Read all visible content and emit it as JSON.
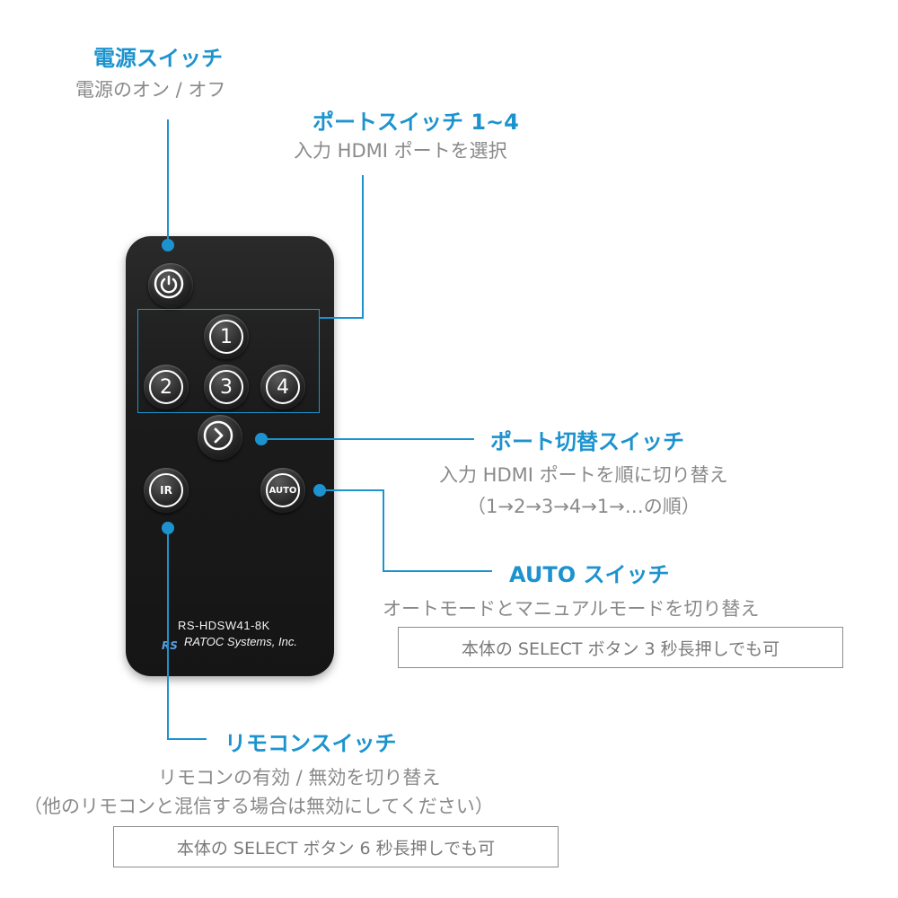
{
  "power": {
    "title": "電源スイッチ",
    "desc": "電源のオン / オフ"
  },
  "port": {
    "title": "ポートスイッチ 1~4",
    "desc": "入力 HDMI ポートを選択"
  },
  "cycle": {
    "title": "ポート切替スイッチ",
    "desc": "入力 HDMI ポートを順に切り替え",
    "desc2": "（1→2→3→4→1→…の順）"
  },
  "auto": {
    "title": "AUTO スイッチ",
    "desc": "オートモードとマニュアルモードを切り替え",
    "note": "本体の SELECT ボタン 3 秒長押しでも可"
  },
  "ir": {
    "title": "リモコンスイッチ",
    "desc": "リモコンの有効 / 無効を切り替え",
    "desc2": "（他のリモコンと混信する場合は無効にしてください）",
    "note": "本体の SELECT ボタン 6 秒長押しでも可"
  },
  "remote": {
    "buttons": {
      "b1": "1",
      "b2": "2",
      "b3": "3",
      "b4": "4",
      "ir": "IR",
      "auto": "AUTO"
    },
    "model": "RS-HDSW41-8K",
    "brand": "RATOC Systems, Inc."
  },
  "colors": {
    "accent": "#1c93cf",
    "desc": "#8a8a8a",
    "remote": "#1b1b1b"
  },
  "icons": {
    "power": "power-icon",
    "next": "chevron-right-icon",
    "logo": "ratoc-logo-icon"
  }
}
